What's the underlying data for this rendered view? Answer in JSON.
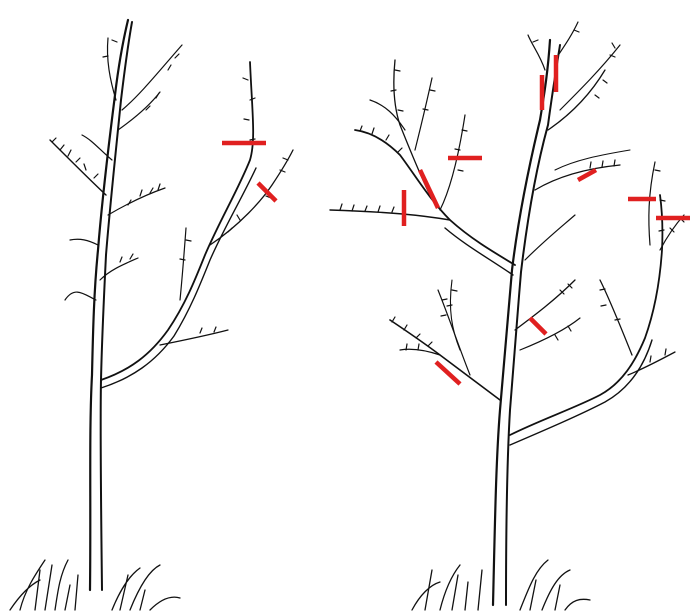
{
  "figure": {
    "background": "#ffffff",
    "ink_color": "#111111",
    "cut_mark_color": "#e02020",
    "trees": [
      {
        "name": "young-tree-before-pruning",
        "cut_marks": 2
      },
      {
        "name": "tree-after-growth-with-pruning-cuts",
        "cut_marks": 10
      }
    ]
  }
}
